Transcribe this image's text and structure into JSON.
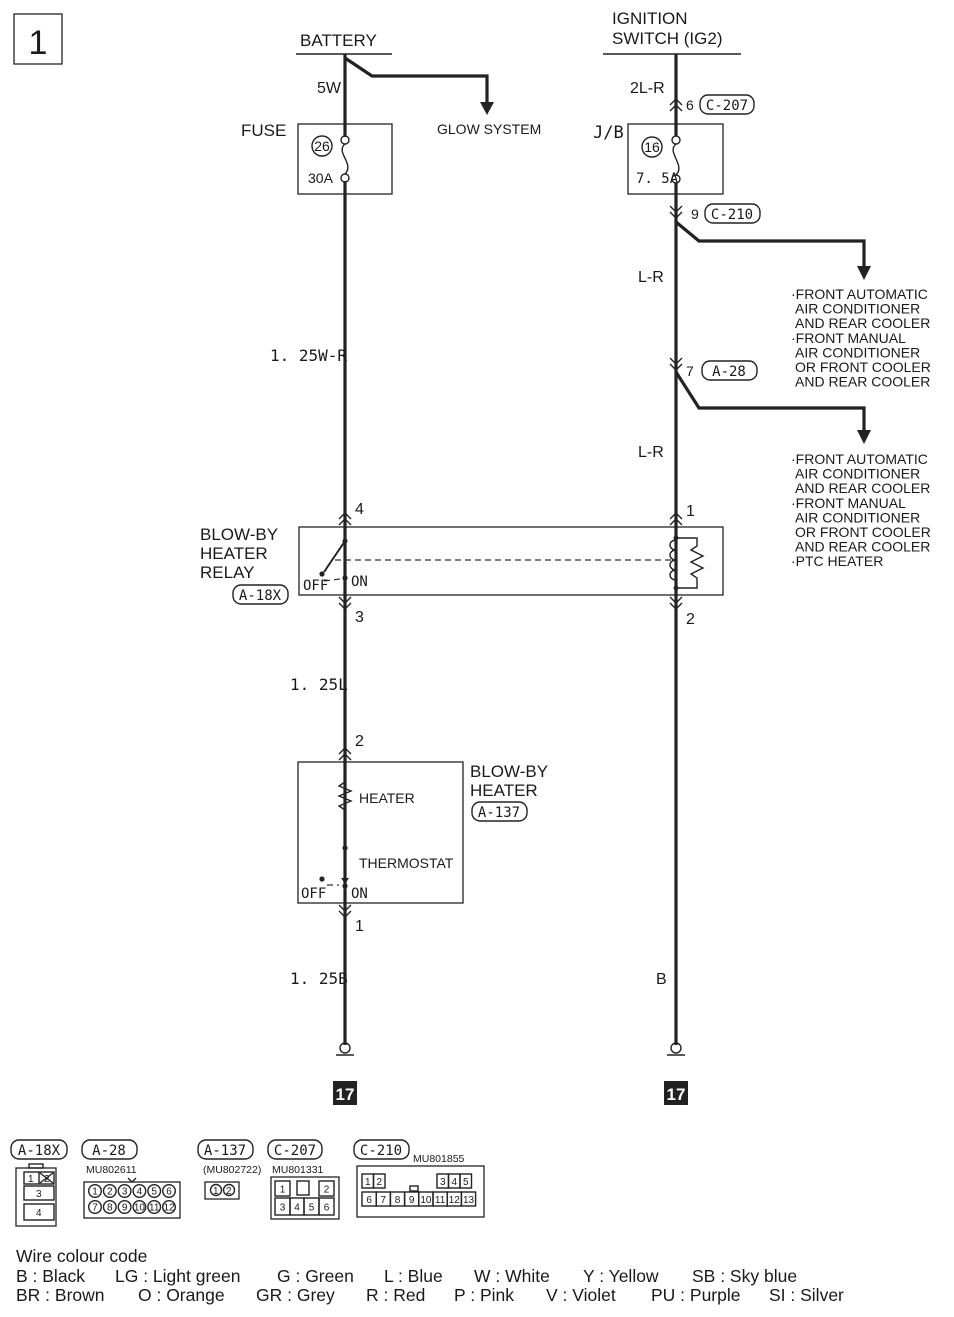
{
  "page_number": "1",
  "power_sources": {
    "battery": "BATTERY",
    "ignition_switch_line1": "IGNITION",
    "ignition_switch_line2": "SWITCH (IG2)"
  },
  "left_circuit": {
    "wire_battery": "5W",
    "glow_system": "GLOW SYSTEM",
    "fuse_label": "FUSE",
    "fuse_number": "26",
    "fuse_rating": "30A",
    "wire_to_relay": "1. 25W-R",
    "relay_pin_in": "4",
    "relay_pin_out": "3",
    "wire_to_heater": "1. 25L",
    "heater_pin_in": "2",
    "heater_pin_out": "1",
    "wire_to_ground": "1. 25B",
    "ground_ref": "17"
  },
  "right_circuit": {
    "wire_ig": "2L-R",
    "pin_c207": "6",
    "conn_c207": "C-207",
    "jb_label": "J/B",
    "fuse_number": "16",
    "fuse_rating": "7. 5A",
    "pin_c210": "9",
    "conn_c210": "C-210",
    "wire_1": "L-R",
    "pin_a28": "7",
    "conn_a28": "A-28",
    "wire_2": "L-R",
    "relay_pin_in": "1",
    "relay_pin_out": "2",
    "wire_to_ground": "B",
    "ground_ref": "17"
  },
  "branch_notes_1": [
    "·FRONT AUTOMATIC",
    "AIR CONDITIONER",
    "AND REAR COOLER",
    "·FRONT MANUAL",
    "AIR CONDITIONER",
    "OR FRONT COOLER",
    "AND REAR COOLER"
  ],
  "branch_notes_2": [
    "·FRONT AUTOMATIC",
    "AIR CONDITIONER",
    "AND REAR COOLER",
    "·FRONT MANUAL",
    "AIR CONDITIONER",
    "OR FRONT COOLER",
    "AND REAR COOLER",
    "·PTC HEATER"
  ],
  "relay": {
    "name_line1": "BLOW-BY",
    "name_line2": "HEATER",
    "name_line3": "RELAY",
    "connector": "A-18X",
    "off": "OFF",
    "on": "ON"
  },
  "heater": {
    "name_line1": "BLOW-BY",
    "name_line2": "HEATER",
    "connector": "A-137",
    "heater_label": "HEATER",
    "thermostat_label": "THERMOSTAT",
    "off": "OFF",
    "on": "ON"
  },
  "connectors": [
    {
      "id": "A-18X",
      "part": "",
      "pins": [
        "1",
        "2",
        "3",
        "4"
      ]
    },
    {
      "id": "A-28",
      "part": "MU802611",
      "pins": [
        "1",
        "2",
        "3",
        "4",
        "5",
        "6",
        "7",
        "8",
        "9",
        "10",
        "11",
        "12"
      ]
    },
    {
      "id": "A-137",
      "part": "(MU802722)",
      "pins": [
        "1",
        "2"
      ]
    },
    {
      "id": "C-207",
      "part": "MU801331",
      "pins": [
        "1",
        "2",
        "3",
        "4",
        "5",
        "6"
      ]
    },
    {
      "id": "C-210",
      "part": "MU801855",
      "pins": [
        "1",
        "2",
        "3",
        "4",
        "5",
        "6",
        "7",
        "8",
        "9",
        "10",
        "11",
        "12",
        "13"
      ]
    }
  ],
  "legend": {
    "title": "Wire colour code",
    "row1": [
      "B : Black",
      "LG : Light green",
      "G : Green",
      "L : Blue",
      "W : White",
      "Y : Yellow",
      "SB : Sky blue"
    ],
    "row2": [
      "BR : Brown",
      "O : Orange",
      "GR : Grey",
      "R : Red",
      "P : Pink",
      "V : Violet",
      "PU : Purple",
      "SI : Silver"
    ]
  }
}
